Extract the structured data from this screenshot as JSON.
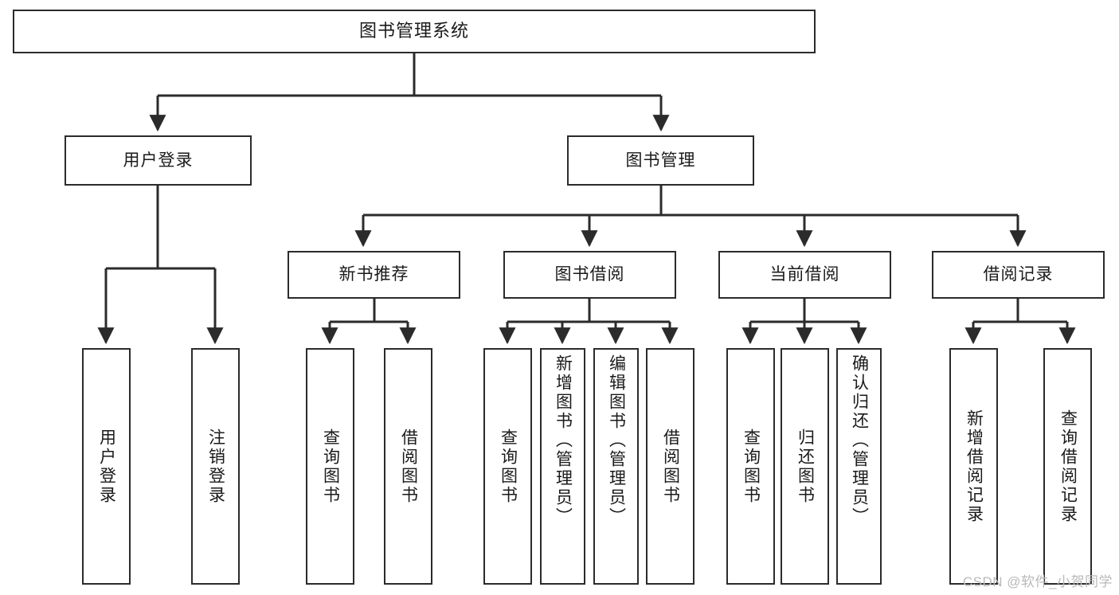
{
  "diagram": {
    "title": "图书管理系统",
    "type": "tree",
    "watermark": "CSDN @软件_小贺同学",
    "colors": {
      "stroke": "#2b2b2b",
      "fill": "#ffffff",
      "text": "#1a1a1a",
      "watermark": "#b9b9b9"
    },
    "root": {
      "label": "图书管理系统"
    },
    "level2": [
      {
        "label": "用户登录"
      },
      {
        "label": "图书管理"
      }
    ],
    "level3": [
      {
        "label": "新书推荐"
      },
      {
        "label": "图书借阅"
      },
      {
        "label": "当前借阅"
      },
      {
        "label": "借阅记录"
      }
    ],
    "leaves": {
      "user_login": [
        {
          "label": "用户登录"
        },
        {
          "label": "注销登录"
        }
      ],
      "new_book_recommend": [
        {
          "label": "查询图书"
        },
        {
          "label": "借阅图书"
        }
      ],
      "book_borrow": [
        {
          "label": "查询图书"
        },
        {
          "label": "新增图书（管理员）"
        },
        {
          "label": "编辑图书（管理员）"
        },
        {
          "label": "借阅图书"
        }
      ],
      "current_borrow": [
        {
          "label": "查询图书"
        },
        {
          "label": "归还图书"
        },
        {
          "label": "确认归还（管理员）"
        }
      ],
      "borrow_records": [
        {
          "label": "新增借阅记录"
        },
        {
          "label": "查询借阅记录"
        }
      ]
    }
  }
}
